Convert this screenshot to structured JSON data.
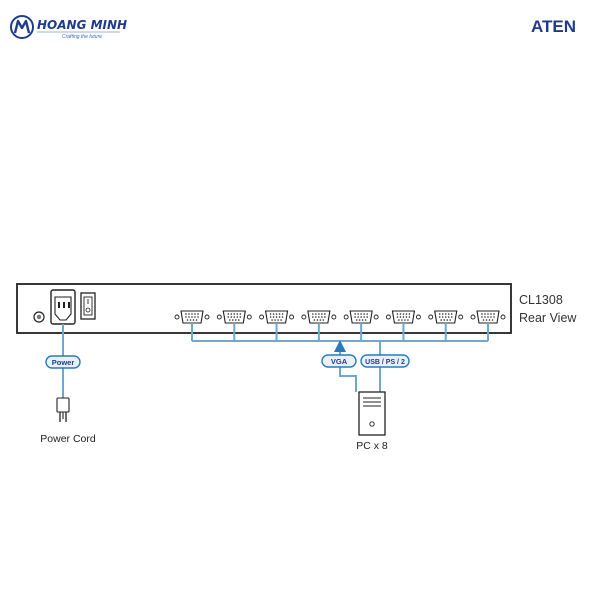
{
  "header": {
    "logo_name": "HOANG MINH",
    "logo_tagline": "Crafting the future",
    "brand": "ATEN"
  },
  "device": {
    "model": "CL1308",
    "view": "Rear View",
    "port_count": 8
  },
  "labels": {
    "power_tag": "Power",
    "vga_tag": "VGA",
    "usb_tag": "USB / PS / 2",
    "power_cord": "Power Cord",
    "pc": "PC x 8"
  },
  "colors": {
    "brand_blue": "#1f3c8c",
    "accent": "#3a6fb0",
    "line": "#6fa8cf",
    "tag_fill": "#e8f1f8",
    "arrow": "#2b7ab8",
    "outline": "#222222"
  }
}
